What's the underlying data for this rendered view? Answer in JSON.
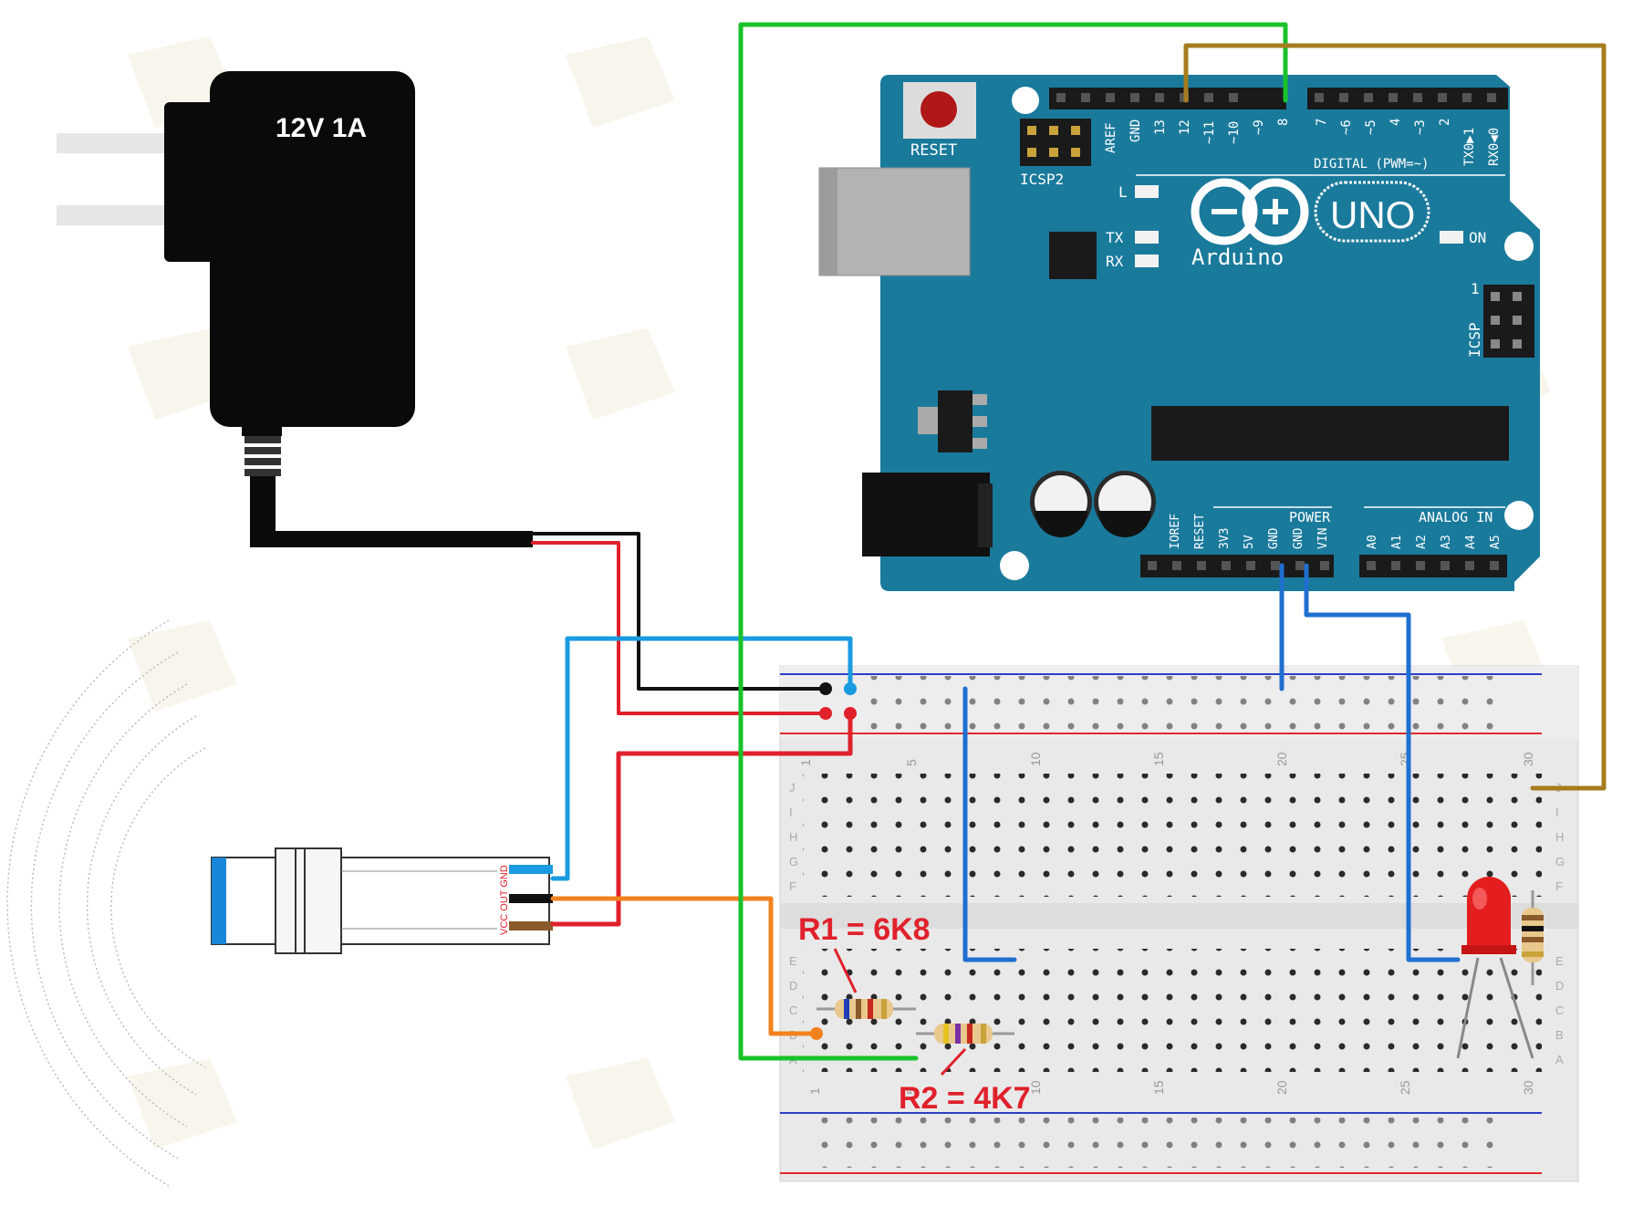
{
  "adapter": {
    "rating": "12V 1A"
  },
  "sensor": {
    "pins": "VCC OUT GND"
  },
  "resistors": {
    "r1": "R1 = 6K8",
    "r2": "R2 = 4K7"
  },
  "arduino": {
    "reset": "RESET",
    "icsp2": "ICSP2",
    "icsp": "ICSP",
    "icsp_pin1": "1",
    "led_l": "L",
    "led_tx": "TX",
    "led_rx": "RX",
    "led_on": "ON",
    "brand": "Arduino",
    "model": "UNO",
    "digital_header": "DIGITAL (PWM=~)",
    "digital_pins": [
      "AREF",
      "GND",
      "13",
      "12",
      "~11",
      "~10",
      "~9",
      "8",
      "7",
      "~6",
      "~5",
      "4",
      "~3",
      "2",
      "TX0▶1",
      "RX0◀0"
    ],
    "power_header": "POWER",
    "power_pins": [
      "IOREF",
      "RESET",
      "3V3",
      "5V",
      "GND",
      "GND",
      "VIN"
    ],
    "analog_header": "ANALOG IN",
    "analog_pins": [
      "A0",
      "A1",
      "A2",
      "A3",
      "A4",
      "A5"
    ]
  },
  "breadboard": {
    "column_numbers_top": [
      "1",
      "5",
      "10",
      "15",
      "20",
      "25",
      "30"
    ],
    "column_numbers_bottom": [
      "1",
      "5",
      "10",
      "15",
      "20",
      "25",
      "30"
    ],
    "row_letters_top": [
      "J",
      "I",
      "H",
      "G",
      "F"
    ],
    "row_letters_bottom": [
      "E",
      "D",
      "C",
      "B",
      "A"
    ]
  },
  "colors": {
    "board_blue": "#1a7a9c",
    "wire_green": "#19c22a",
    "wire_brown": "#a67c1e",
    "wire_blue": "#1f6fd0",
    "wire_cyan": "#1a9ae0",
    "wire_red": "#e0212b",
    "wire_orange": "#f2821e",
    "wire_black": "#111111",
    "label_red": "#e0212b"
  }
}
